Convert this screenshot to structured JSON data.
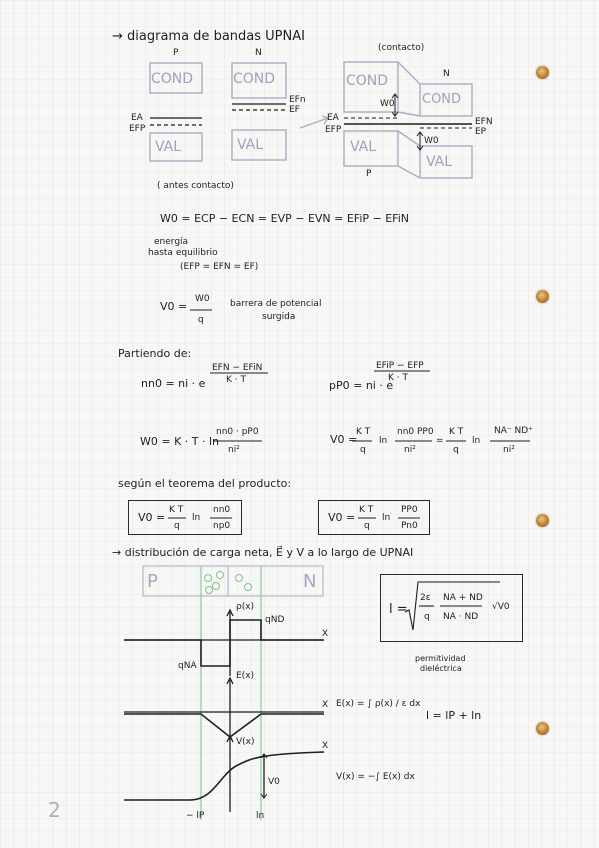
{
  "title": "→ diagrama de bandas UPNAI",
  "bands": {
    "p": "P",
    "n": "N",
    "cond": "COND",
    "val": "VAL",
    "efn": "EFn",
    "ef_p_n": "EF",
    "ea": "EA",
    "efp": "EFP",
    "contact_label": "(contacto)",
    "contact_n": "N",
    "contact_p": "P",
    "contact_efn": "EFN",
    "contact_ep": "EP",
    "contact_ea": "EA",
    "contact_efp": "EFP",
    "w0": "W0",
    "w0b": "W0",
    "antes": "( antes contacto)"
  },
  "eq1": "W0 = ECP − ECN = EVP − EVN = EFiP − EFiN",
  "eq1_note1": "energía",
  "eq1_note2": "hasta equilibrio",
  "eq1_note3": "(EFP = EFN = EF)",
  "v0_lhs": "V0 =",
  "v0_num": "W0",
  "v0_den": "q",
  "v0_note1": "barrera de potencial",
  "v0_note2": "surgida",
  "partiendo": "Partiendo de:",
  "nno": "nn0 = ni · e",
  "nno_exp_num": "EFN − EFiN",
  "nno_exp_den": "K · T",
  "ppo": "pP0 = ni · e",
  "ppo_exp_num": "EFiP − EFP",
  "ppo_exp_den": "K · T",
  "w0_eq_lhs": "W0 = K · T · ln",
  "w0_eq_num": "nn0 · pP0",
  "w0_eq_den": "ni²",
  "v0_eq2_lhs": "V0 =",
  "kt": "K T",
  "q": "q",
  "ln": "ln",
  "v0_eq2_num": "nn0 PP0",
  "v0_eq2_den": "ni²",
  "eq_sign": "=",
  "na_nd": "NA⁻ ND⁺",
  "ni2": "ni²",
  "teorema": "según el teorema del producto:",
  "box1_num2": "nn0",
  "box1_den2": "np0",
  "box2_num2": "PP0",
  "box2_den2": "Pn0",
  "dist_title": "→ distribución de carga neta, E⃗ y V a lo largo de UPNAI",
  "dist_p": "P",
  "dist_n": "N",
  "rho": "ρ(x)",
  "qnd": "qND",
  "qna": "qNA",
  "x_label": "X",
  "e_label": "E(x)",
  "v_label": "V(x)",
  "v0_small": "V0",
  "lp": "− lP",
  "ln_lbl": "ln",
  "l_eq": "l =",
  "l_num_2e": "2ε",
  "l_q": "q",
  "l_nanb": "NA + ND",
  "l_nand": "NA · ND",
  "sqrt_v0": "√V0",
  "perm1": "permitividad",
  "perm2": "dieléctrica",
  "e_formula": "E(x) = ∫ ρ(x) / ε dx",
  "v_formula": "V(x) = −∫ E(x) dx",
  "l_sum": "l = lP + ln",
  "page_num": "2"
}
